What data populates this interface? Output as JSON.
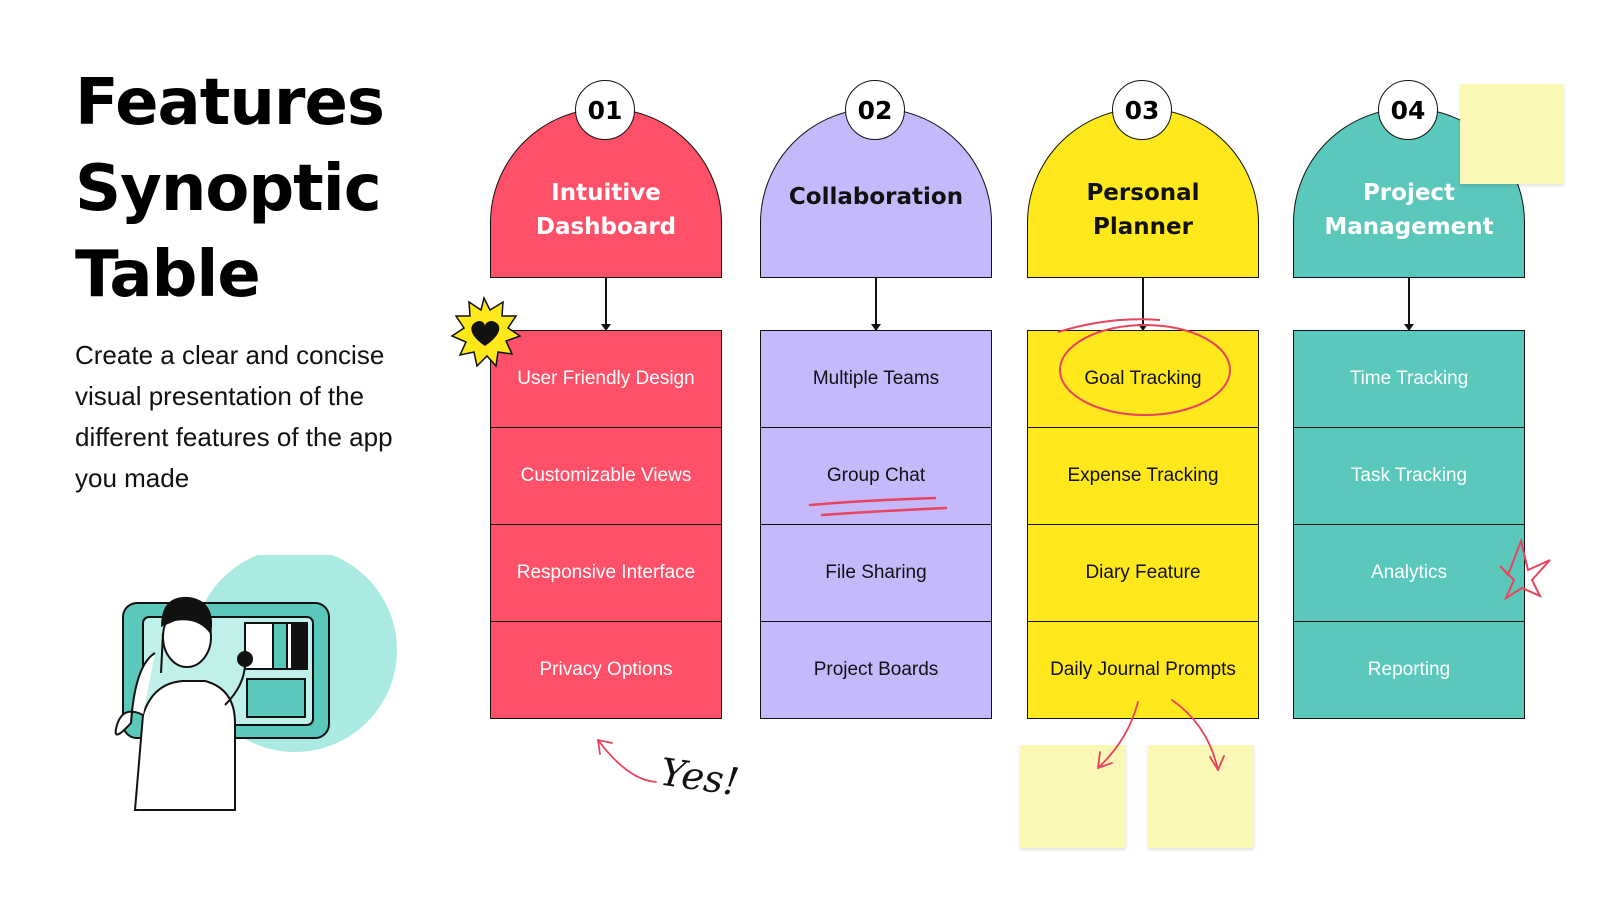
{
  "header": {
    "title_lines": [
      "Features",
      "Synoptic",
      "Table"
    ],
    "subtitle": "Create a clear and concise visual presentation of the different features of the app you made"
  },
  "columns": [
    {
      "number": "01",
      "title": "Intuitive Dashboard",
      "color": "#fe5068",
      "items": [
        "User Friendly Design",
        "Customizable Views",
        "Responsive Interface",
        "Privacy Options"
      ]
    },
    {
      "number": "02",
      "title": "Collaboration",
      "color": "#c6b9fb",
      "items": [
        "Multiple Teams",
        "Group Chat",
        "File Sharing",
        "Project Boards"
      ]
    },
    {
      "number": "03",
      "title": "Personal Planner",
      "color": "#ffe81c",
      "items": [
        "Goal Tracking",
        "Expense Tracking",
        "Diary Feature",
        "Daily Journal Prompts"
      ]
    },
    {
      "number": "04",
      "title": "Project Management",
      "color": "#5bc8bc",
      "items": [
        "Time Tracking",
        "Task Tracking",
        "Analytics",
        "Reporting"
      ]
    }
  ],
  "annotations": {
    "handwritten_note": "Yes!",
    "accent_color": "#e8435f",
    "sticky_note_color": "#fbf7b6"
  },
  "icons": [
    "heart-burst-icon",
    "star-doodle-icon",
    "person-at-tablet-illustration"
  ]
}
